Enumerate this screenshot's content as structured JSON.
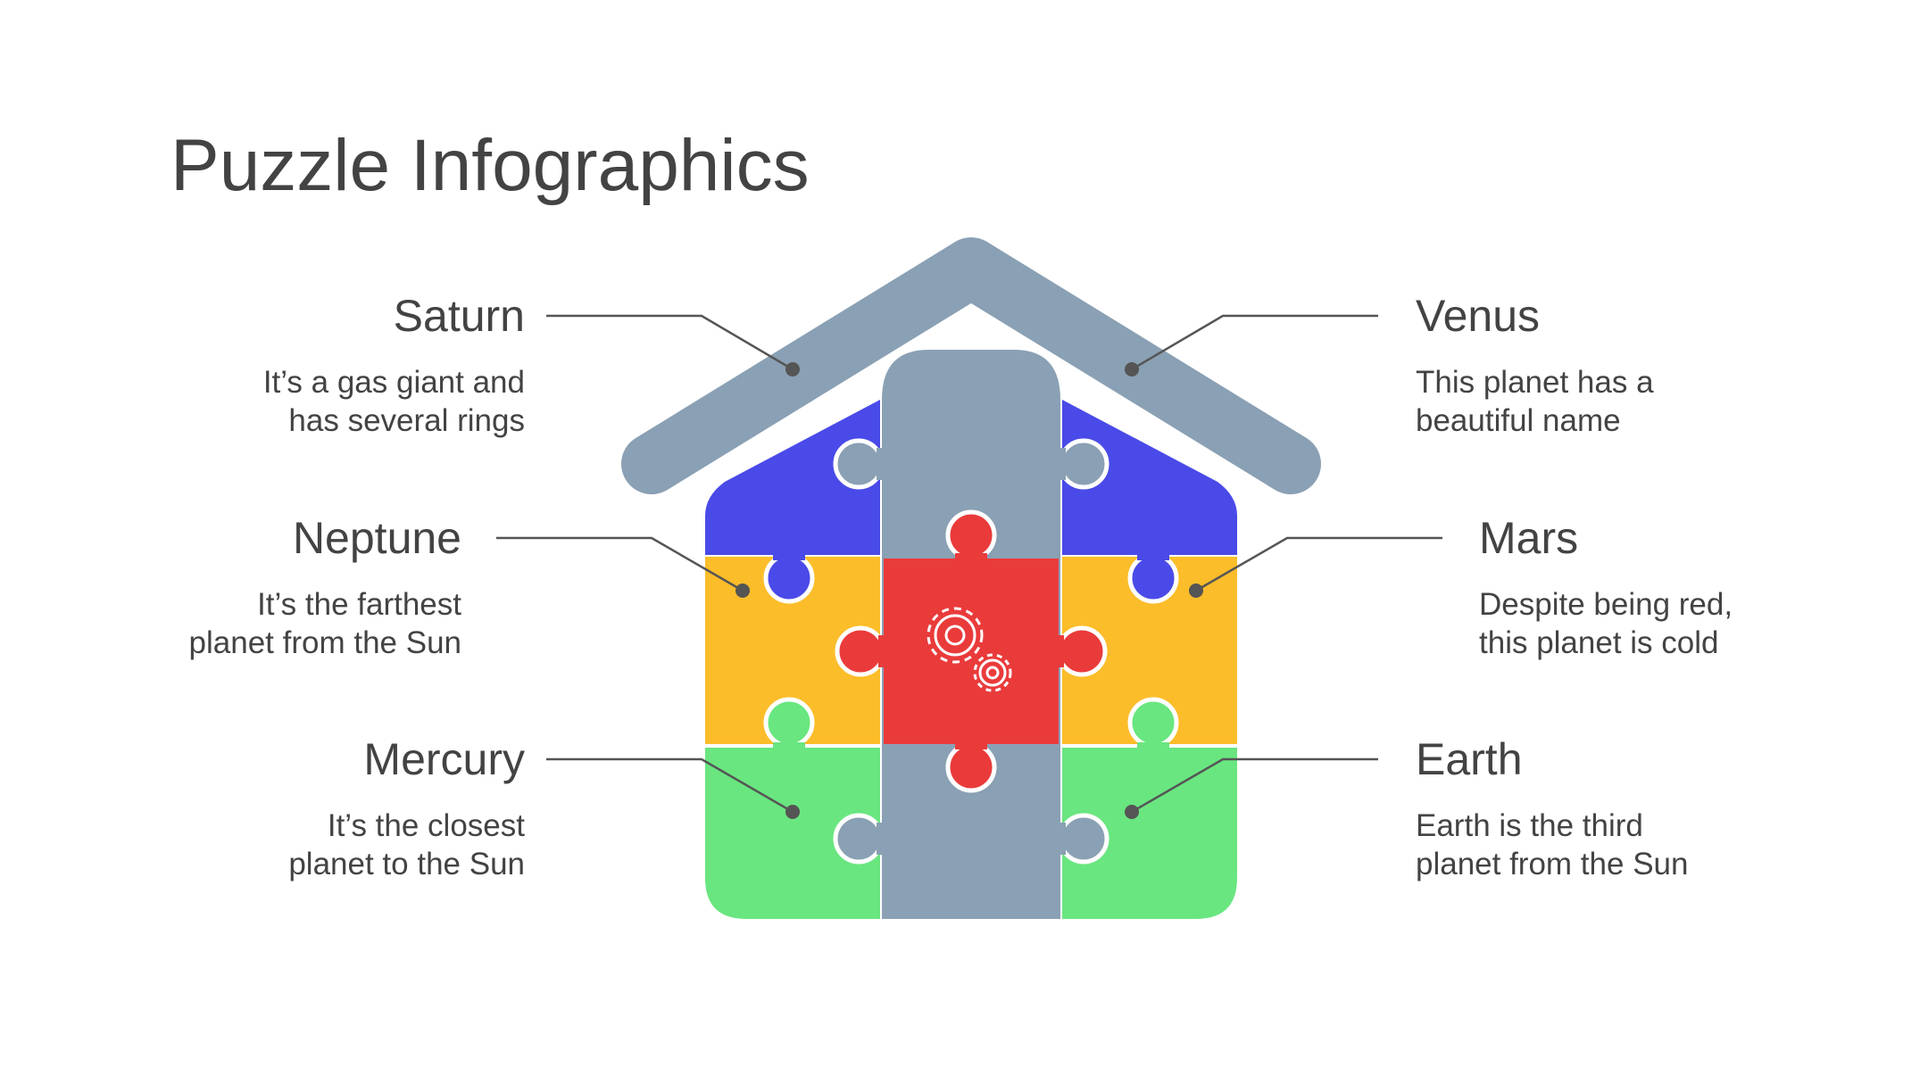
{
  "title": "Puzzle Infographics",
  "colors": {
    "roof": "#8aa0b4",
    "blue": "#4a4ae8",
    "gray": "#8aa0b4",
    "yellow": "#fbbd2a",
    "red": "#ea3b3b",
    "green": "#69e680",
    "leader": "#555555"
  },
  "center_icon": "gears-icon",
  "items": {
    "saturn": {
      "name": "Saturn",
      "line1": "It’s a gas giant and",
      "line2": "has several rings"
    },
    "neptune": {
      "name": "Neptune",
      "line1": "It’s the farthest",
      "line2": "planet from the Sun"
    },
    "mercury": {
      "name": "Mercury",
      "line1": "It’s the closest",
      "line2": "planet to the Sun"
    },
    "venus": {
      "name": "Venus",
      "line1": "This planet has a",
      "line2": "beautiful name"
    },
    "mars": {
      "name": "Mars",
      "line1": "Despite being red,",
      "line2": "this planet is cold"
    },
    "earth": {
      "name": "Earth",
      "line1": "Earth is the third",
      "line2": "planet from the Sun"
    }
  }
}
